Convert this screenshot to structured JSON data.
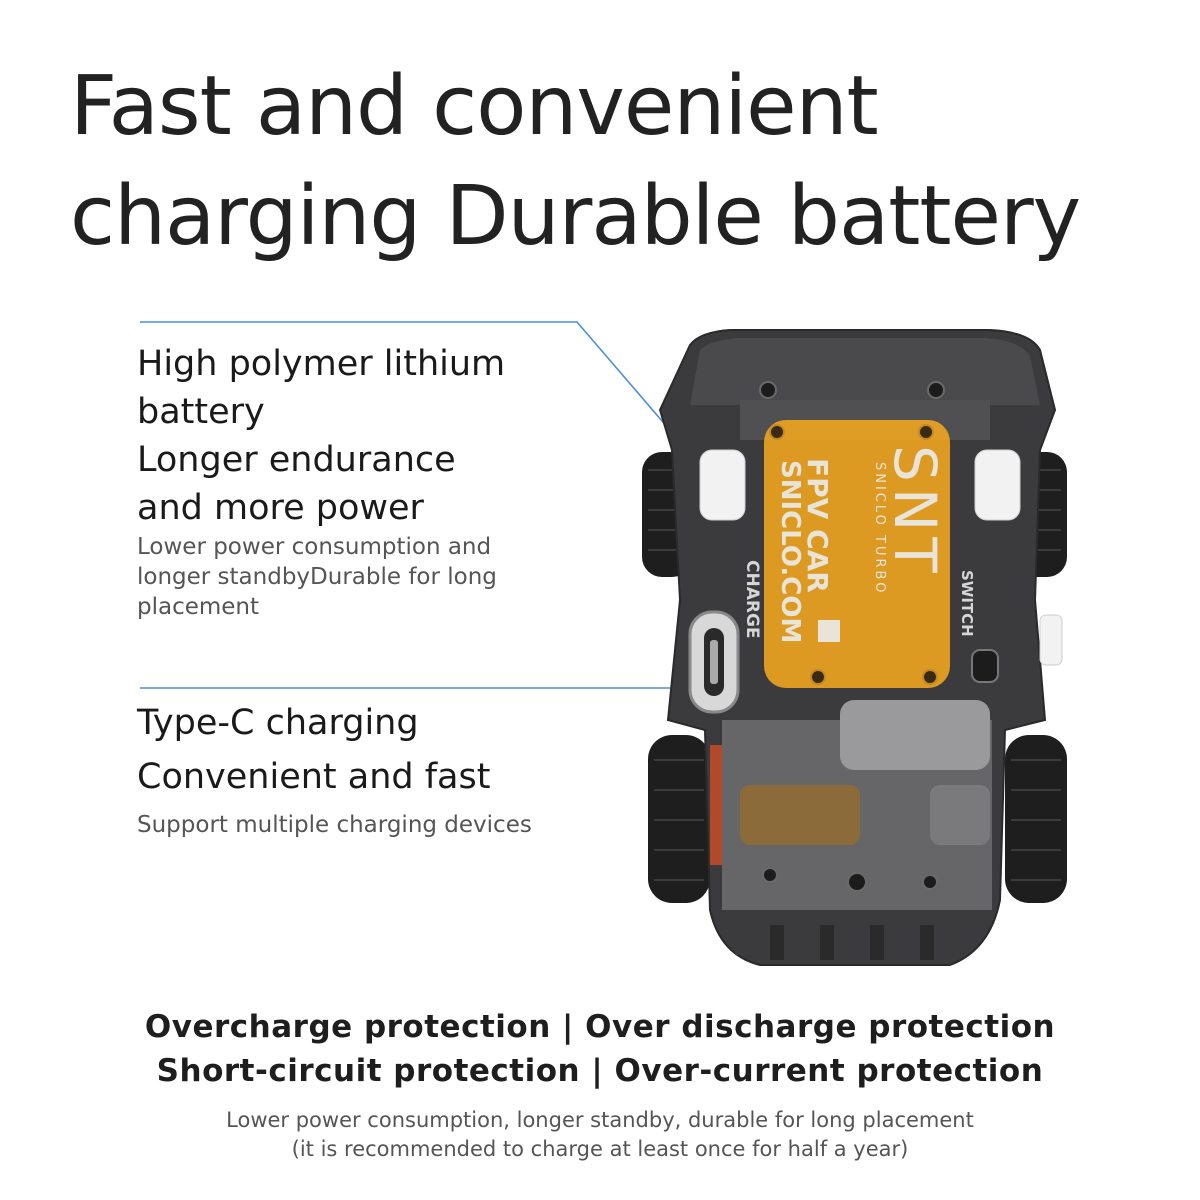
{
  "headline": {
    "line1": "Fast and convenient",
    "line2": "charging Durable battery"
  },
  "feature_battery": {
    "title1": "High polymer lithium",
    "title2": "battery",
    "title3": "Longer endurance",
    "title4": "and more power",
    "desc1": "Lower power consumption and",
    "desc2": "longer standbyDurable for long",
    "desc3": "placement"
  },
  "feature_typec": {
    "title1": "Type-C charging",
    "title2": "Convenient and fast",
    "desc1": "Support multiple charging devices"
  },
  "product_labels": {
    "brand": "SNT",
    "brand_sub": "SNICLO TURBO",
    "model": "FPV CAR",
    "website": "SNICLO.COM",
    "charge": "CHARGE",
    "switch": "SWITCH"
  },
  "protection": {
    "line1": "Overcharge protection | Over discharge protection",
    "line2": "Short-circuit protection | Over-current protection"
  },
  "note": {
    "line1": "Lower power consumption, longer standby, durable for long placement",
    "line2": "(it is recommended to charge at least once for half a year)"
  },
  "colors": {
    "accent_line": "#4a90d9",
    "battery_label": "#f0a520",
    "chassis": "#3b3b3d"
  }
}
